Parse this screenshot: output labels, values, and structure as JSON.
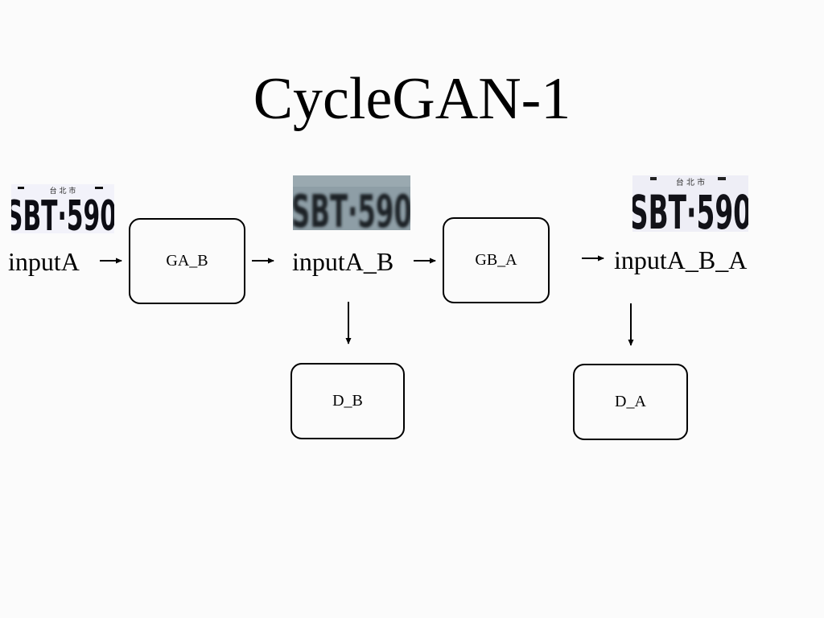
{
  "title": "CycleGAN-1",
  "labels": {
    "input_a": "inputA",
    "input_a_b": "inputA_B",
    "input_a_b_a": "inputA_B_A"
  },
  "boxes": {
    "ga_b": "GA_B",
    "gb_a": "GB_A",
    "d_b": "D_B",
    "d_a": "D_A"
  },
  "plates": {
    "text": "SBT·590",
    "header": "台 北 市"
  },
  "colors": {
    "background": "#fbfbfb",
    "plate_clean": "#f2f2fa",
    "plate_generated": "#8b9aa0"
  }
}
